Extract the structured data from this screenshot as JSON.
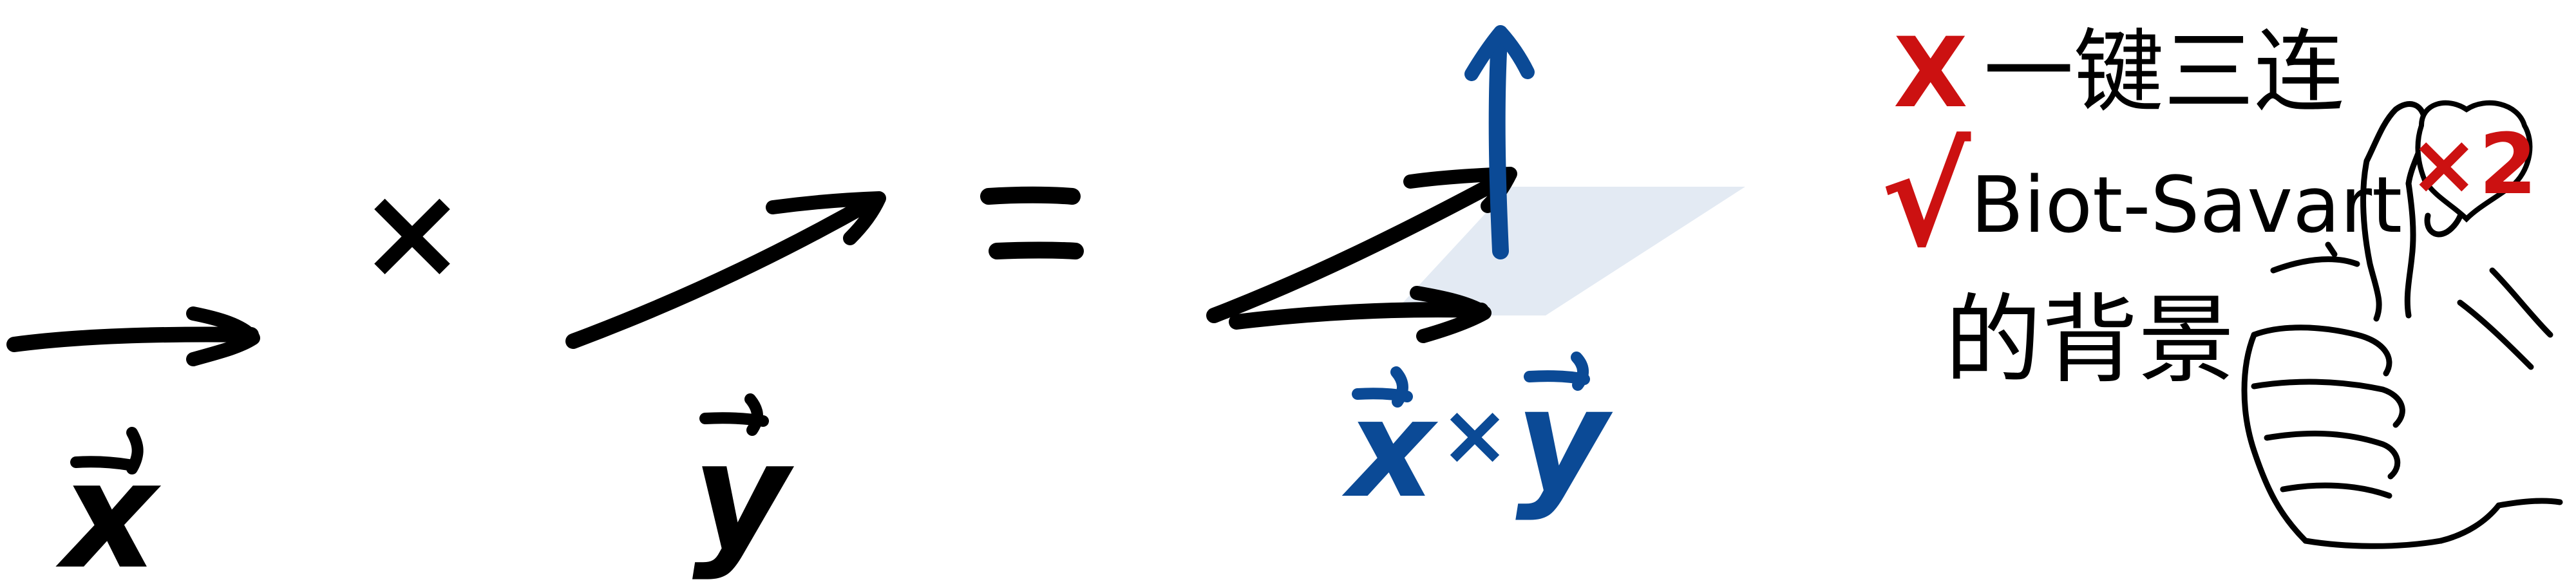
{
  "diagram": {
    "vec_a_label": "x",
    "vec_b_label": "y",
    "times_sign": "×",
    "equals_sign": "=",
    "result_label_a": "x",
    "result_label_cross": "×",
    "result_label_b": "y"
  },
  "annotation": {
    "wrong_mark": "X",
    "line1_text": "一键三连",
    "right_mark": "√",
    "line2_text": "Biot-Savart",
    "line3_text": "的背景",
    "badge_text": "×2"
  },
  "colors": {
    "ink": "#000000",
    "blue": "#0b4a96",
    "plane": "#e3eaf3",
    "red": "#cc1111"
  }
}
